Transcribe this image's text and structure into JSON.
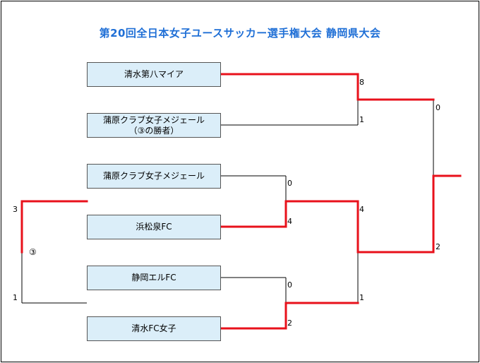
{
  "title": "第20回全日本女子ユースサッカー選手権大会 静岡県大会",
  "teams": [
    {
      "name": "清水第八マイア",
      "sub": ""
    },
    {
      "name": "蒲原クラブ女子メジェール",
      "sub": "（③の勝者）"
    },
    {
      "name": "蒲原クラブ女子メジェール",
      "sub": ""
    },
    {
      "name": "浜松泉FC",
      "sub": ""
    },
    {
      "name": "静岡エルFC",
      "sub": ""
    },
    {
      "name": "清水FC女子",
      "sub": ""
    }
  ],
  "scores": {
    "r1_mejeru": "0",
    "r1_hamamatsu": "4",
    "r1_shizuoka": "0",
    "r1_shimizufc": "2",
    "sf_shimizu8": "8",
    "sf_kanbara": "1",
    "sf_hamamatsu": "4",
    "sf_shimizufc": "1",
    "final_top": "0",
    "final_bottom": "2",
    "pre_top": "3",
    "pre_bottom": "1"
  },
  "match_label": "③",
  "colors": {
    "winner_line": "#e8111b",
    "loser_line": "#000000",
    "title": "#1f6fd6",
    "box_fill": "#dbeef9"
  }
}
